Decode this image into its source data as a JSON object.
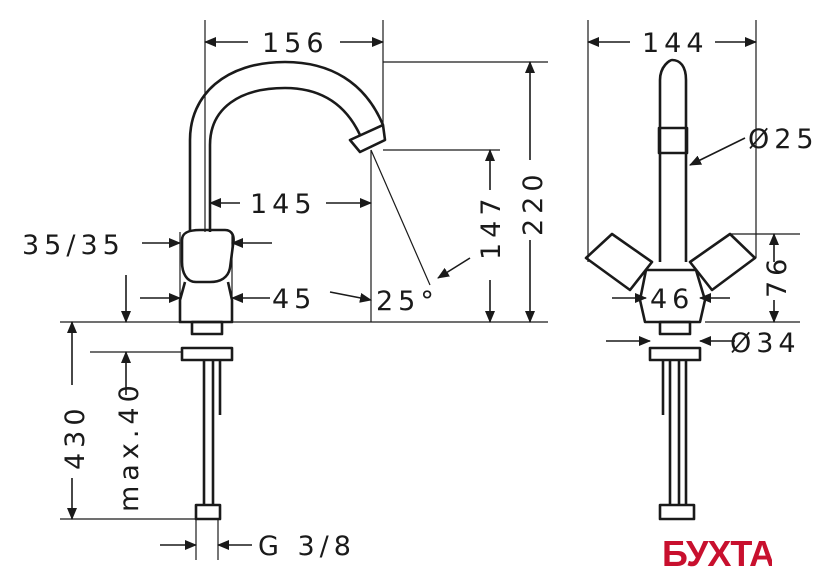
{
  "dimensions": {
    "width_156": "156",
    "width_144": "144",
    "diameter_25": "Ø25",
    "reach_145": "145",
    "height_147": "147",
    "height_220": "220",
    "handle_35_35": "35/35",
    "base_45": "45",
    "angle_25": "25°",
    "handle_76": "76",
    "base_46": "46",
    "diameter_34": "Ø34",
    "length_430": "430",
    "max_40": "max.40",
    "thread": "G 3/8"
  },
  "watermark": {
    "text": "БУХТА",
    "color": "#c8102e"
  }
}
